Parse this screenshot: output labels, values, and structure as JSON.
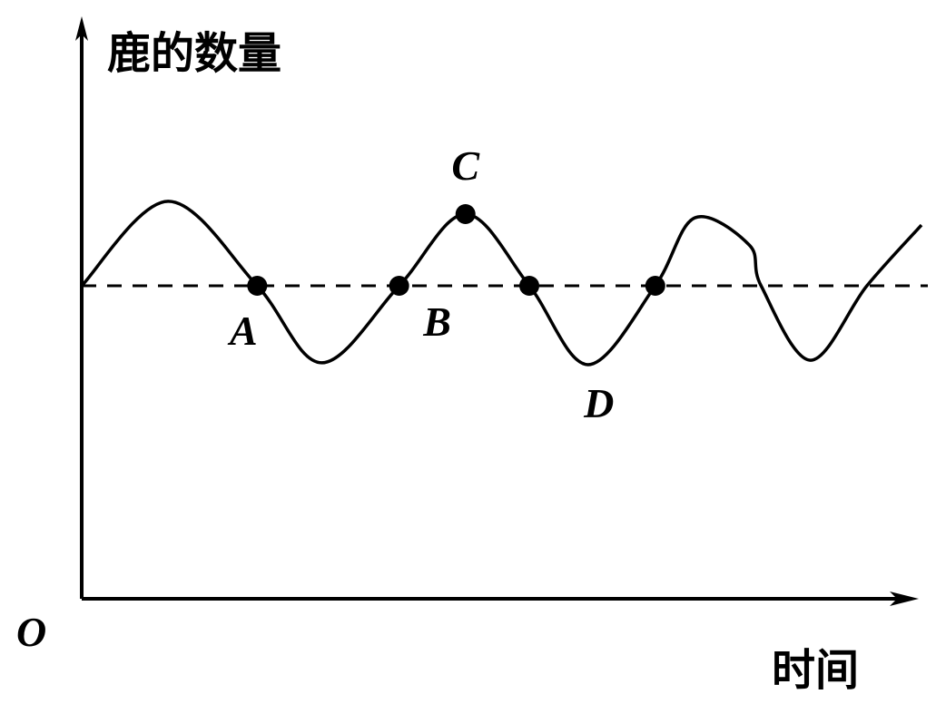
{
  "chart_data": {
    "type": "line",
    "title": "",
    "ylabel": "鹿的数量",
    "xlabel": "时间",
    "origin_label": "O",
    "xlim": [
      0,
      100
    ],
    "ylim": [
      0,
      185
    ],
    "grid": false,
    "reference_line": {
      "y": 100,
      "style": "dashed"
    },
    "series": [
      {
        "name": "鹿的数量",
        "x": [
          0,
          10.3,
          20.9,
          28.6,
          37.8,
          45.7,
          53.3,
          60.3,
          68.3,
          73.0,
          79.5,
          80.9,
          86.8,
          93.5,
          100
        ],
        "y": [
          100,
          127,
          100,
          75.4,
          100,
          122.9,
          100,
          74.8,
          100,
          121.7,
          113,
          100,
          76.2,
          100,
          119.4
        ]
      }
    ],
    "points": [
      {
        "label": "A",
        "x": 20.9,
        "y": 100,
        "marker": true
      },
      {
        "label": "B",
        "x": 37.8,
        "y": 100,
        "marker": true
      },
      {
        "label": "C",
        "x": 45.7,
        "y": 122.9,
        "marker": true
      },
      {
        "label": "",
        "x": 53.3,
        "y": 100,
        "marker": true
      },
      {
        "label": "D",
        "x": 60.3,
        "y": 74.8,
        "marker": false
      },
      {
        "label": "",
        "x": 68.3,
        "y": 100,
        "marker": true
      }
    ]
  }
}
